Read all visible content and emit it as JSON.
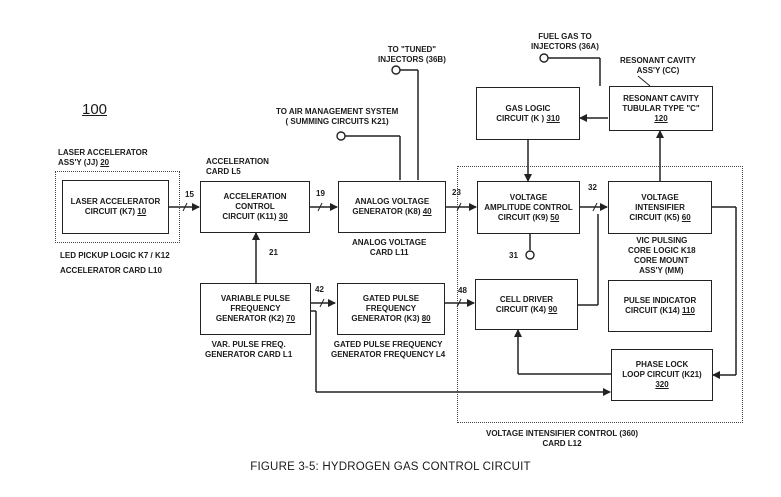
{
  "figure": {
    "reference": "100",
    "caption": "FIGURE 3-5: HYDROGEN GAS CONTROL CIRCUIT"
  },
  "blocks": {
    "laser_circuit": {
      "line1": "LASER ACCELERATOR",
      "line2": "CIRCUIT (K7)",
      "ref": "10"
    },
    "accel_control": {
      "line1": "ACCELERATION",
      "line2": "CONTROL",
      "line3": "CIRCUIT (K11)",
      "ref": "30"
    },
    "analog_gen": {
      "line1": "ANALOG VOLTAGE",
      "line2": "GENERATOR (K8)",
      "ref": "40"
    },
    "vpfg": {
      "line1": "VARIABLE PULSE",
      "line2": "FREQUENCY",
      "line3": "GENERATOR (K2)",
      "ref": "70"
    },
    "gpfg": {
      "line1": "GATED PULSE",
      "line2": "FREQUENCY",
      "line3": "GENERATOR (K3)",
      "ref": "80"
    },
    "vac": {
      "line1": "VOLTAGE",
      "line2": "AMPLITUDE CONTROL",
      "line3": "CIRCUIT (K9)",
      "ref": "50"
    },
    "gas_logic": {
      "line1": "GAS LOGIC",
      "line2": "CIRCUIT (K )",
      "ref": "310"
    },
    "resonant": {
      "line1": "RESONANT CAVITY",
      "line2": "TUBULAR TYPE \"C\"",
      "ref": "120"
    },
    "vi": {
      "line1": "VOLTAGE",
      "line2": "INTENSIFIER",
      "line3": "CIRCUIT (K5)",
      "ref": "60"
    },
    "cell_driver": {
      "line1": "CELL DRIVER",
      "line2": "CIRCUIT (K4)",
      "ref": "90"
    },
    "pulse_ind": {
      "line1": "PULSE INDICATOR",
      "line2": "CIRCUIT (K14)",
      "ref": "110"
    },
    "pll": {
      "line1": "PHASE LOCK",
      "line2": "LOOP CIRCUIT (K21)",
      "ref": "320"
    }
  },
  "labels": {
    "laser_assy": [
      "LASER ACCELERATOR",
      "ASS'Y (JJ)",
      "20"
    ],
    "accel_card": [
      "ACCELERATION",
      "CARD L5"
    ],
    "led_pickup": [
      "LED PICKUP LOGIC K7 / K12",
      "ACCELERATOR CARD L10"
    ],
    "analog_card": [
      "ANALOG VOLTAGE",
      "CARD L11"
    ],
    "var_pulse_card": [
      "VAR. PULSE FREQ.",
      "GENERATOR CARD L1"
    ],
    "gated_card": [
      "GATED PULSE FREQUENCY",
      "GENERATOR FREQUENCY L4"
    ],
    "tuned_inj": [
      "TO \"TUNED\"",
      "INJECTORS (36B)"
    ],
    "air_mgmt": [
      "TO AIR MANAGEMENT SYSTEM",
      "( SUMMING CIRCUITS K21)"
    ],
    "fuel_gas": [
      "FUEL GAS TO",
      "INJECTORS (36A)"
    ],
    "resonant_assy": [
      "RESONANT CAVITY",
      "ASS'Y (CC)"
    ],
    "vic_pulsing": [
      "VIC PULSING",
      "CORE LOGIC K18"
    ],
    "core_mount": [
      "CORE MOUNT",
      "ASS'Y (MM)"
    ],
    "vic_control": [
      "VOLTAGE INTENSIFIER CONTROL (360)",
      "CARD L12"
    ]
  },
  "signals": {
    "s15": "15",
    "s19": "19",
    "s21": "21",
    "s23": "23",
    "s31": "31",
    "s32": "32",
    "s42": "42",
    "s48": "48"
  }
}
